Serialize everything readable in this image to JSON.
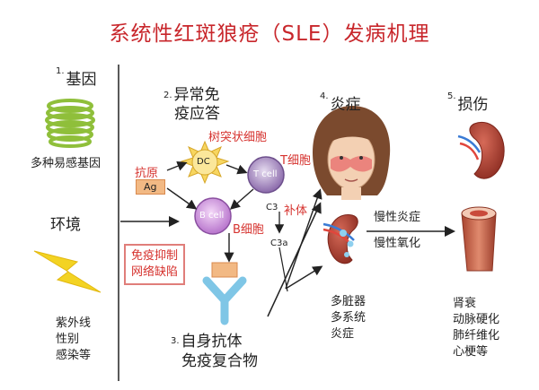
{
  "title": "系统性红斑狼疮（SLE）发病机理",
  "steps": {
    "genes": {
      "num": "1.",
      "label": "基因"
    },
    "abnormal": {
      "num": "2.",
      "line1": "异常免",
      "line2": "疫应答"
    },
    "immune_complex": {
      "num": "3.",
      "line1": "自身抗体",
      "line2": "免疫复合物"
    },
    "inflammation": {
      "num": "4.",
      "label": "炎症"
    },
    "damage": {
      "num": "5.",
      "label": "损伤"
    }
  },
  "left": {
    "genes_caption": "多种易感基因",
    "environment": "环境",
    "env_factors": [
      "紫外线",
      "性别",
      "感染等"
    ]
  },
  "cells": {
    "dendritic_label": "树突状细胞",
    "dc": "DC",
    "t_cell": "T cell",
    "t_label": "T细胞",
    "b_cell": "B cell",
    "b_label": "B细胞",
    "antigen": "抗原",
    "ag": "Ag",
    "c3": "C3",
    "complement": "补体",
    "c3a": "C3a"
  },
  "defect": {
    "line1": "免疫抑制",
    "line2": "网络缺陷"
  },
  "outcomes": {
    "chronic_inflammation": "慢性炎症",
    "chronic_oxidation": "慢性氧化",
    "multi_organ": [
      "多脏器",
      "多系统",
      "炎症"
    ],
    "damage_list": [
      "肾衰",
      "动脉硬化",
      "肺纤维化",
      "心梗等"
    ]
  },
  "colors": {
    "title": "#c8262b",
    "accent_red": "#d6332f",
    "dc_yellow": "#f7d660",
    "t_cell_purple": "#9f7fbd",
    "b_cell_purple": "#c98ed8",
    "kidney": "#b5463a",
    "artery": "#c86a55",
    "dna_green": "#8fbf3a",
    "lightning": "#f3d323",
    "antibody_blue": "#7fc6e6",
    "antigen_orange": "#f2b984"
  }
}
